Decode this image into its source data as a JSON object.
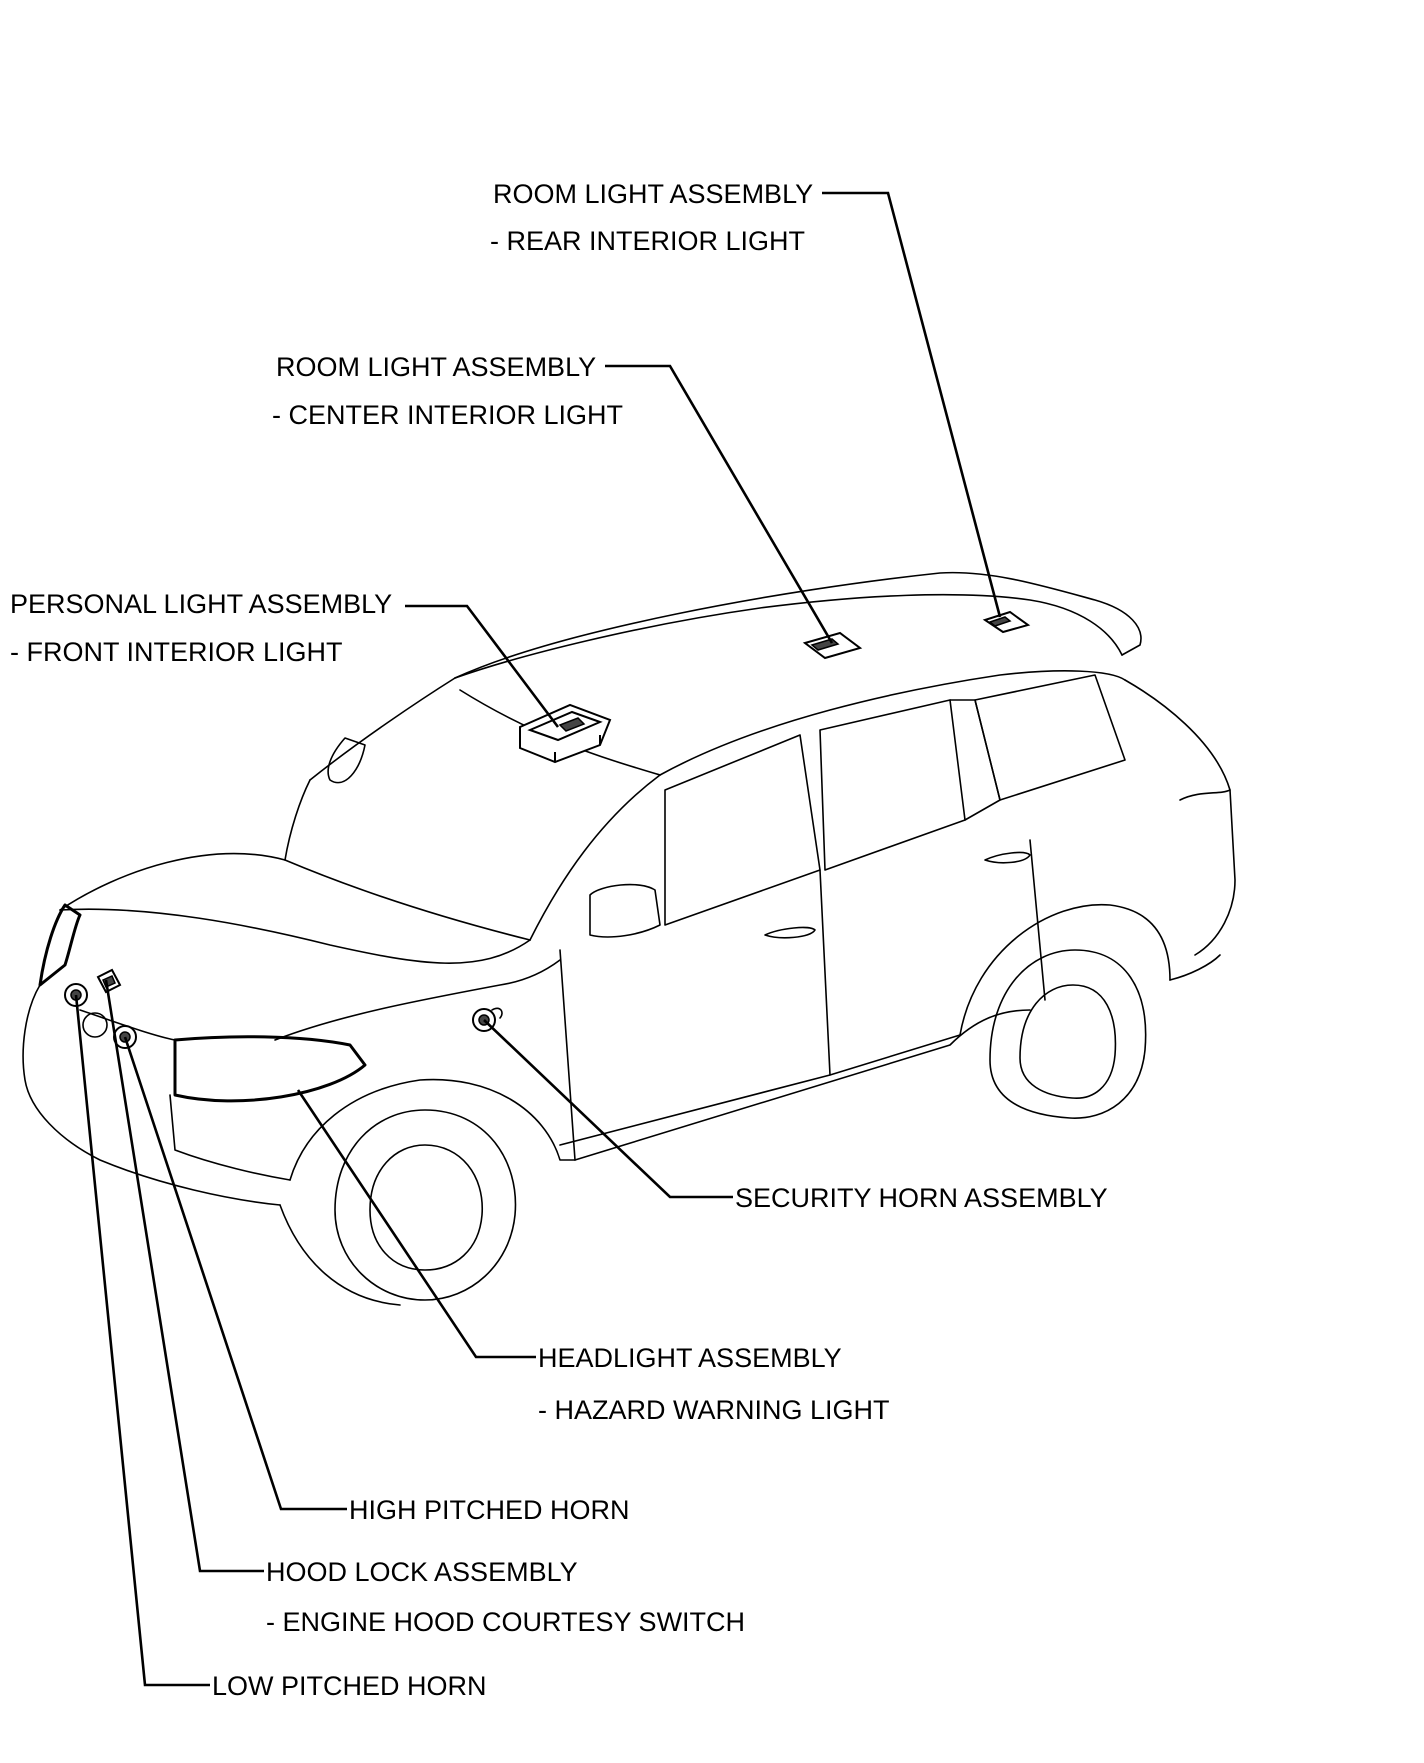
{
  "callouts": {
    "room_light_rear": {
      "name": "ROOM LIGHT ASSEMBLY",
      "sub": "- REAR INTERIOR LIGHT"
    },
    "room_light_center": {
      "name": "ROOM LIGHT ASSEMBLY",
      "sub": "- CENTER INTERIOR LIGHT"
    },
    "personal_light": {
      "name": "PERSONAL LIGHT ASSEMBLY",
      "sub": "- FRONT INTERIOR LIGHT"
    },
    "security_horn": {
      "name": "SECURITY HORN ASSEMBLY"
    },
    "headlight": {
      "name": "HEADLIGHT ASSEMBLY",
      "sub": "- HAZARD WARNING LIGHT"
    },
    "high_horn": {
      "name": "HIGH PITCHED HORN"
    },
    "hood_lock": {
      "name": "HOOD LOCK ASSEMBLY",
      "sub": "- ENGINE HOOD COURTESY SWITCH"
    },
    "low_horn": {
      "name": "LOW PITCHED HORN"
    }
  }
}
